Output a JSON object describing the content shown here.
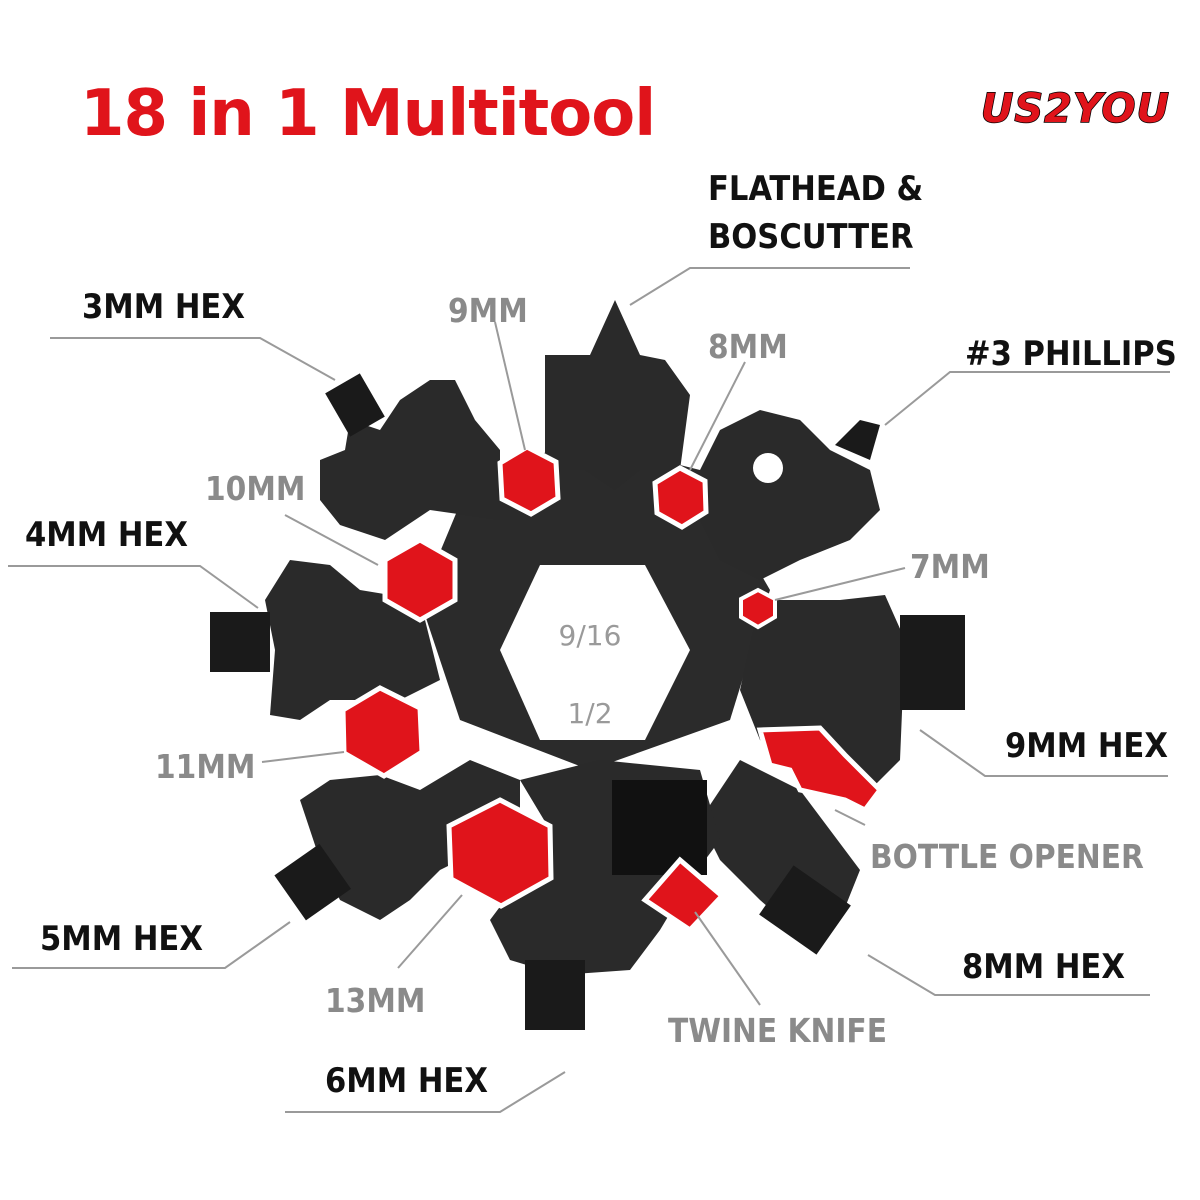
{
  "title": "18 in 1 Multitool",
  "brand_logo": "US2YOU",
  "colors": {
    "accent": "#e0141b",
    "tool_body": "#2a2a2a",
    "label_dark": "#111111",
    "label_grey": "#8a8a8a"
  },
  "center_labels": {
    "top": "9/16",
    "bottom": "1/2"
  },
  "labels": {
    "flathead_line1": "FLATHEAD &",
    "flathead_line2": "BOSCUTTER",
    "hex_3mm": "3MM HEX",
    "wrench_9mm": "9MM",
    "wrench_8mm": "8MM",
    "phillips": "#3 PHILLIPS",
    "wrench_10mm": "10MM",
    "hex_4mm": "4MM HEX",
    "wrench_7mm": "7MM",
    "hex_9mm": "9MM HEX",
    "wrench_11mm": "11MM",
    "bottle_opener": "BOTTLE OPENER",
    "hex_5mm": "5MM HEX",
    "wrench_13mm": "13MM",
    "twine_knife": "TWINE KNIFE",
    "hex_8mm": "8MM HEX",
    "hex_6mm": "6MM HEX"
  }
}
